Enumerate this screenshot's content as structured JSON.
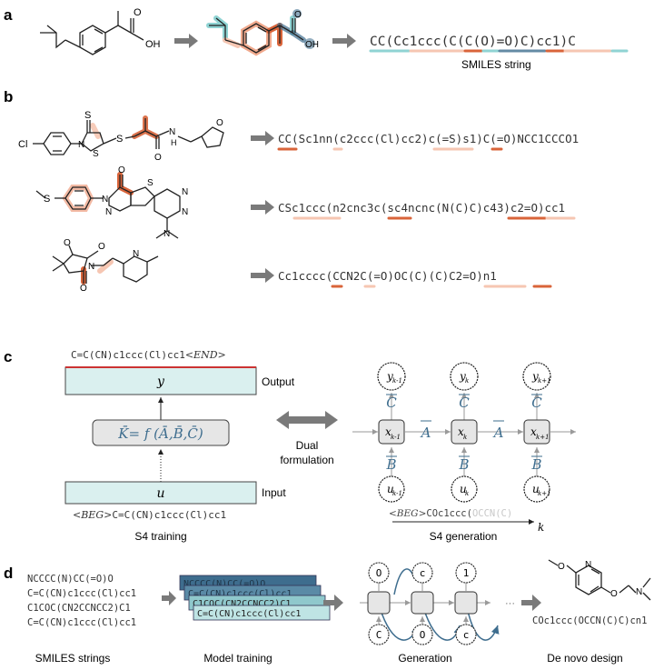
{
  "panel_a": {
    "label": "a",
    "smiles": "CC(Cc1ccc(C(C(O)=O)C)cc1)C",
    "smiles_caption": "SMILES string",
    "oh_label": "OH",
    "o_label": "O"
  },
  "panel_b": {
    "label": "b",
    "rows": [
      {
        "smiles": "CC(Sc1nn(c2ccc(Cl)cc2)c(=S)s1)C(=O)NCC1CCCO1",
        "atoms": {
          "cl": "Cl",
          "s_top": "S",
          "s_bridge": "S",
          "n1": "N",
          "n2": "N",
          "s_ring": "S",
          "nh": "N",
          "h": "H",
          "o_amide": "O",
          "o_ring": "O"
        }
      },
      {
        "smiles": "CSc1ccc(n2cnc3c(sc4ncnc(N(C)C)c43)c2=O)cc1",
        "atoms": {
          "s": "S",
          "n1": "N",
          "o": "O",
          "n2": "N",
          "s2": "S",
          "n3": "N",
          "n4": "N",
          "n5": "N"
        }
      },
      {
        "smiles": "Cc1cccc(CCN2C(=O)OC(C)(C)C2=O)n1",
        "atoms": {
          "o1": "O",
          "o2": "O",
          "o3": "O",
          "n1": "N",
          "n2": "N"
        }
      }
    ]
  },
  "panel_c": {
    "label": "c",
    "output_sequence": "C=C(CN)c1ccc(Cl)cc1",
    "end_token": "<END>",
    "output_label": "Output",
    "y_symbol": "y",
    "kernel_lhs": "K̄",
    "kernel_eq": "= f (Ā,B̄,C̄)",
    "u_symbol": "u",
    "input_label": "Input",
    "beg_token": "<BEG>",
    "input_sequence": "C=C(CN)c1ccc(Cl)cc1",
    "training_caption": "S4 training",
    "dual_line1": "Dual",
    "dual_line2": "formulation",
    "x_nodes": [
      "x",
      "x",
      "x"
    ],
    "x_subs": [
      "k-1",
      "k",
      "k+1"
    ],
    "y_nodes": [
      "y",
      "y",
      "y"
    ],
    "u_nodes": [
      "u",
      "u",
      "u"
    ],
    "a_bar": "A",
    "b_bar": "B",
    "c_bar": "C",
    "gen_beg_token": "<BEG>",
    "gen_sequence_visible": "COc1ccc(",
    "gen_sequence_faded": "OCCN(C)",
    "generation_caption": "S4 generation",
    "k_axis": "k"
  },
  "panel_d": {
    "label": "d",
    "smiles_list": [
      "NCCCC(N)CC(=O)O",
      "C=C(CN)c1ccc(Cl)cc1",
      "C1COC(CN2CCNCC2)C1",
      "C=C(CN)c1ccc(Cl)cc1"
    ],
    "stack_list": [
      "NCCCC(N)CC(=O)O",
      "C=C(CN)c1ccc(Cl)cc1",
      "C1COC(CN2CCNCC2)C1",
      "C=C(CN)c1ccc(Cl)cc1"
    ],
    "gen_top": [
      "O",
      "c",
      "1"
    ],
    "gen_bottom": [
      "C",
      "O",
      "c"
    ],
    "ellipsis": "···",
    "product_smiles": "COc1ccc(OCCN(C)C)cn1",
    "captions": [
      "SMILES strings",
      "Model training",
      "Generation",
      "De novo design"
    ],
    "atoms": {
      "o1": "O",
      "n1": "N",
      "o2": "O",
      "n2": "N"
    }
  },
  "colors": {
    "orange_dark": "#d9643a",
    "orange_mid": "#ee9a7a",
    "orange_light": "#f6c6b2",
    "teal": "#8fd3d3",
    "blue": "#3e6d8e",
    "box_fill": "#daf0ef",
    "grey_arrow": "#7a7a7a"
  }
}
